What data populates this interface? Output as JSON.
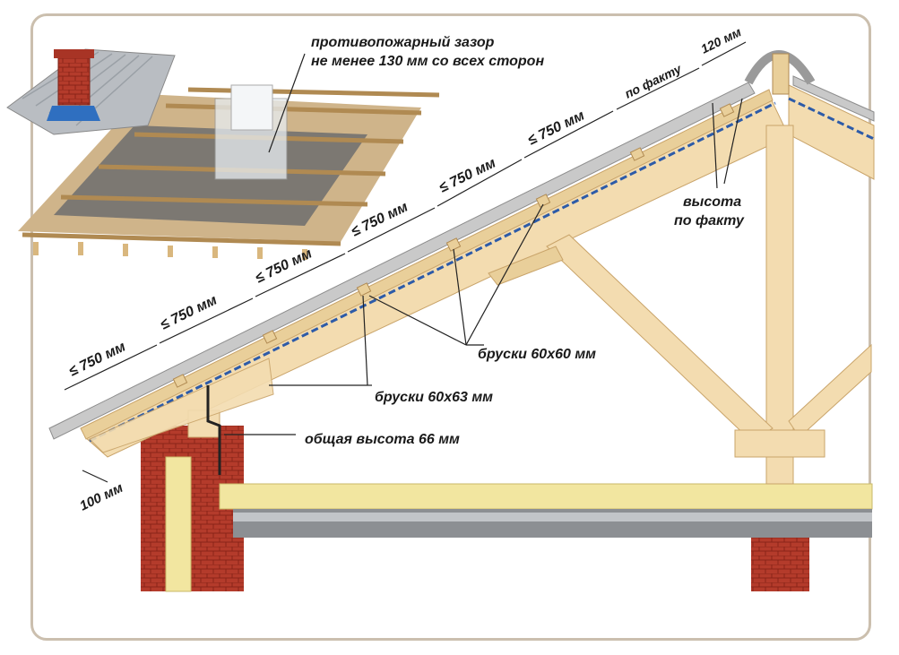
{
  "labels": {
    "fire_gap_line1": "противопожарный зазор",
    "fire_gap_line2": "не менее 130 мм со всех сторон",
    "spacing": [
      "≤ 750 мм",
      "≤ 750 мм",
      "≤ 750 мм",
      "≤ 750 мм",
      "≤ 750 мм",
      "≤ 750 мм"
    ],
    "po_faktu": "по факту",
    "ridge_gap": "120 мм",
    "height_line1": "высота",
    "height_line2": "по факту",
    "battens_60x60": "бруски 60х60 мм",
    "battens_60x63": "бруски 60х63 мм",
    "total_height": "общая высота 66 мм",
    "overhang": "100 мм"
  },
  "colors": {
    "frame": "#cbbfae",
    "wood": "#f3dcb0",
    "wood_dark": "#d9b77e",
    "brick": "#b33a2a",
    "insulation": "#f2e6a0",
    "sheet": "#c9c9c9",
    "membrane": "#2d5ba8"
  }
}
